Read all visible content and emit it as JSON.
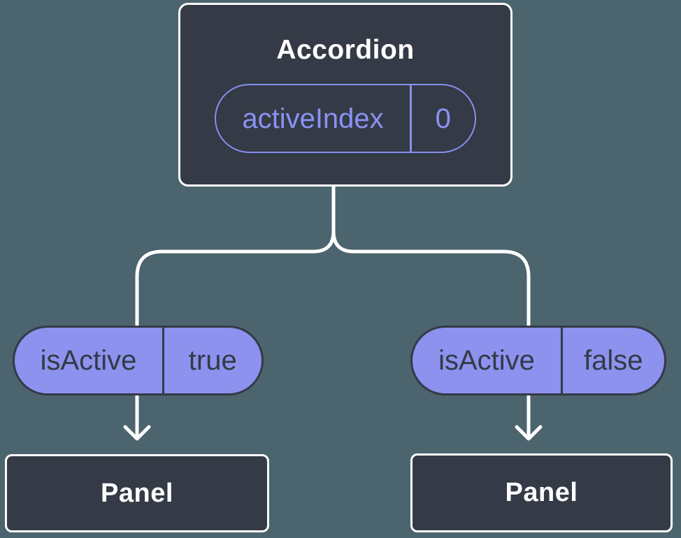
{
  "colors": {
    "background": "#4C646E",
    "node_background": "#343A46",
    "node_border": "#FFFFFF",
    "purple_outline": "#8790EF",
    "purple_fill": "#8C92EE",
    "dark_text": "#343A46",
    "light_text": "#FFFFFF",
    "connector": "#FFFFFF"
  },
  "diagram": {
    "root": {
      "title": "Accordion",
      "state_pill": {
        "name": "activeIndex",
        "value": "0"
      }
    },
    "branches": [
      {
        "prop_pill": {
          "name": "isActive",
          "value": "true"
        },
        "node_label": "Panel"
      },
      {
        "prop_pill": {
          "name": "isActive",
          "value": "false"
        },
        "node_label": "Panel"
      }
    ]
  }
}
